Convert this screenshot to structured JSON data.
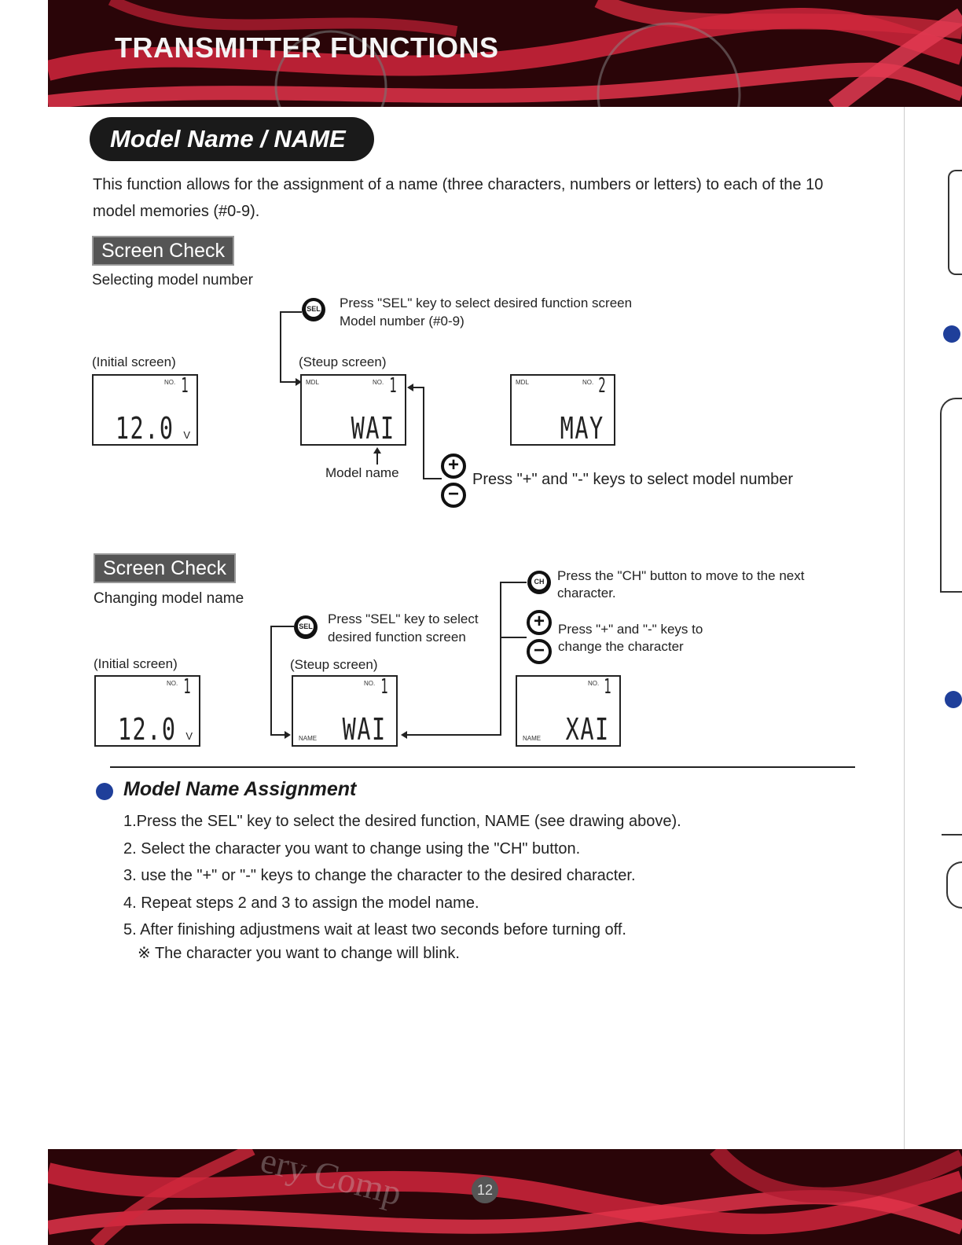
{
  "header": {
    "title": "TRANSMITTER FUNCTIONS"
  },
  "section": {
    "title": "Model Name / NAME"
  },
  "intro": "This function allows for the assignment of a name (three characters, numbers or letters) to each of the 10 model memories (#0-9).",
  "check1": {
    "tag": "Screen Check",
    "subtitle": "Selecting model number",
    "sel_key": "SEL",
    "sel_note_line1": "Press \"SEL\" key to select desired function screen",
    "sel_note_line2": "Model number (#0-9)",
    "initial_label": "(Initial screen)",
    "setup_label": "(Steup screen)",
    "initial_lcd": {
      "no_label": "NO.",
      "no": "1",
      "value": "12.0",
      "unit": "V"
    },
    "setup_lcd": {
      "mdl_label": "MDL",
      "no_label": "NO.",
      "no": "1",
      "name": "WAI"
    },
    "next_lcd": {
      "mdl_label": "MDL",
      "no_label": "NO.",
      "no": "2",
      "name": "MAY"
    },
    "model_name_label": "Model name",
    "plus": "+",
    "minus": "−",
    "pm_note": "Press \"+\" and \"-\" keys to select model number"
  },
  "check2": {
    "tag": "Screen Check",
    "subtitle": "Changing model name",
    "sel_key": "SEL",
    "sel_note_line1": "Press \"SEL\" key to select",
    "sel_note_line2": "desired function screen",
    "ch_key": "CH",
    "ch_note_line1": "Press the \"CH\" button to move to the next",
    "ch_note_line2": "character.",
    "pm_note_line1": "Press \"+\" and \"-\" keys to",
    "pm_note_line2": "change the character",
    "plus": "+",
    "minus": "−",
    "initial_label": "(Initial screen)",
    "setup_label": "(Steup screen)",
    "initial_lcd": {
      "no_label": "NO.",
      "no": "1",
      "value": "12.0",
      "unit": "V"
    },
    "setup_lcd": {
      "name_label": "NAME",
      "no_label": "NO.",
      "no": "1",
      "name": "WAI"
    },
    "result_lcd": {
      "name_label": "NAME",
      "no_label": "NO.",
      "no": "1",
      "name": "XAI"
    }
  },
  "assignment": {
    "title": "Model Name Assignment",
    "steps": [
      "1.Press the SEL\" key to select the desired function, NAME (see drawing above).",
      "2. Select the character you want to change using the \"CH\" button.",
      "3. use the \"+\" or \"-\" keys to change the character to the desired character.",
      "4. Repeat steps 2 and 3 to assign the model name.",
      "5. After finishing adjustmens wait at least two seconds before turning off."
    ],
    "note": "※ The character you want to change will blink."
  },
  "footer": {
    "page": "12",
    "watermark": "ery Comp"
  },
  "colors": {
    "banner": "#2a0508",
    "accent_red": "#d0283c",
    "bullet": "#1f3f9a"
  }
}
